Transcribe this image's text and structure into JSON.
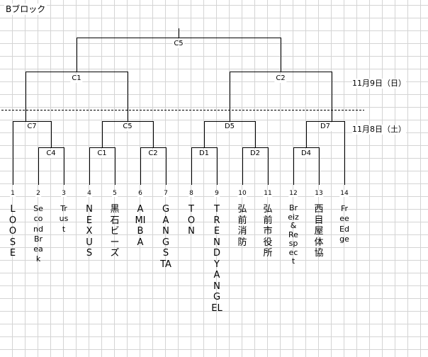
{
  "title": "Bブロック",
  "dates": {
    "day2": "11月9日（日）",
    "day1": "11月8日（土）"
  },
  "matches": {
    "final": "C5",
    "semi_left": "C1",
    "semi_right": "C2",
    "q1": "C7",
    "q2": "C5",
    "q3": "D5",
    "q4": "D7",
    "r1": "C4",
    "r2": "C1",
    "r3": "C2",
    "r4": "D1",
    "r5": "D2",
    "r6": "D4"
  },
  "teams": [
    {
      "num": "1",
      "name": "LOOSE"
    },
    {
      "num": "2",
      "name": "Second Break"
    },
    {
      "num": "3",
      "name": "Trust"
    },
    {
      "num": "4",
      "name": "NEXUS"
    },
    {
      "num": "5",
      "name": "黒石ビーズ"
    },
    {
      "num": "6",
      "name": "AMIBA"
    },
    {
      "num": "7",
      "name": "GANGSTA"
    },
    {
      "num": "8",
      "name": "TON"
    },
    {
      "num": "9",
      "name": "TRENDY ANGEL"
    },
    {
      "num": "10",
      "name": "弘前消防"
    },
    {
      "num": "11",
      "name": "弘前市役所"
    },
    {
      "num": "12",
      "name": "Breiz&Respect"
    },
    {
      "num": "13",
      "name": "西目屋体協"
    },
    {
      "num": "14",
      "name": "Free Edge"
    }
  ]
}
